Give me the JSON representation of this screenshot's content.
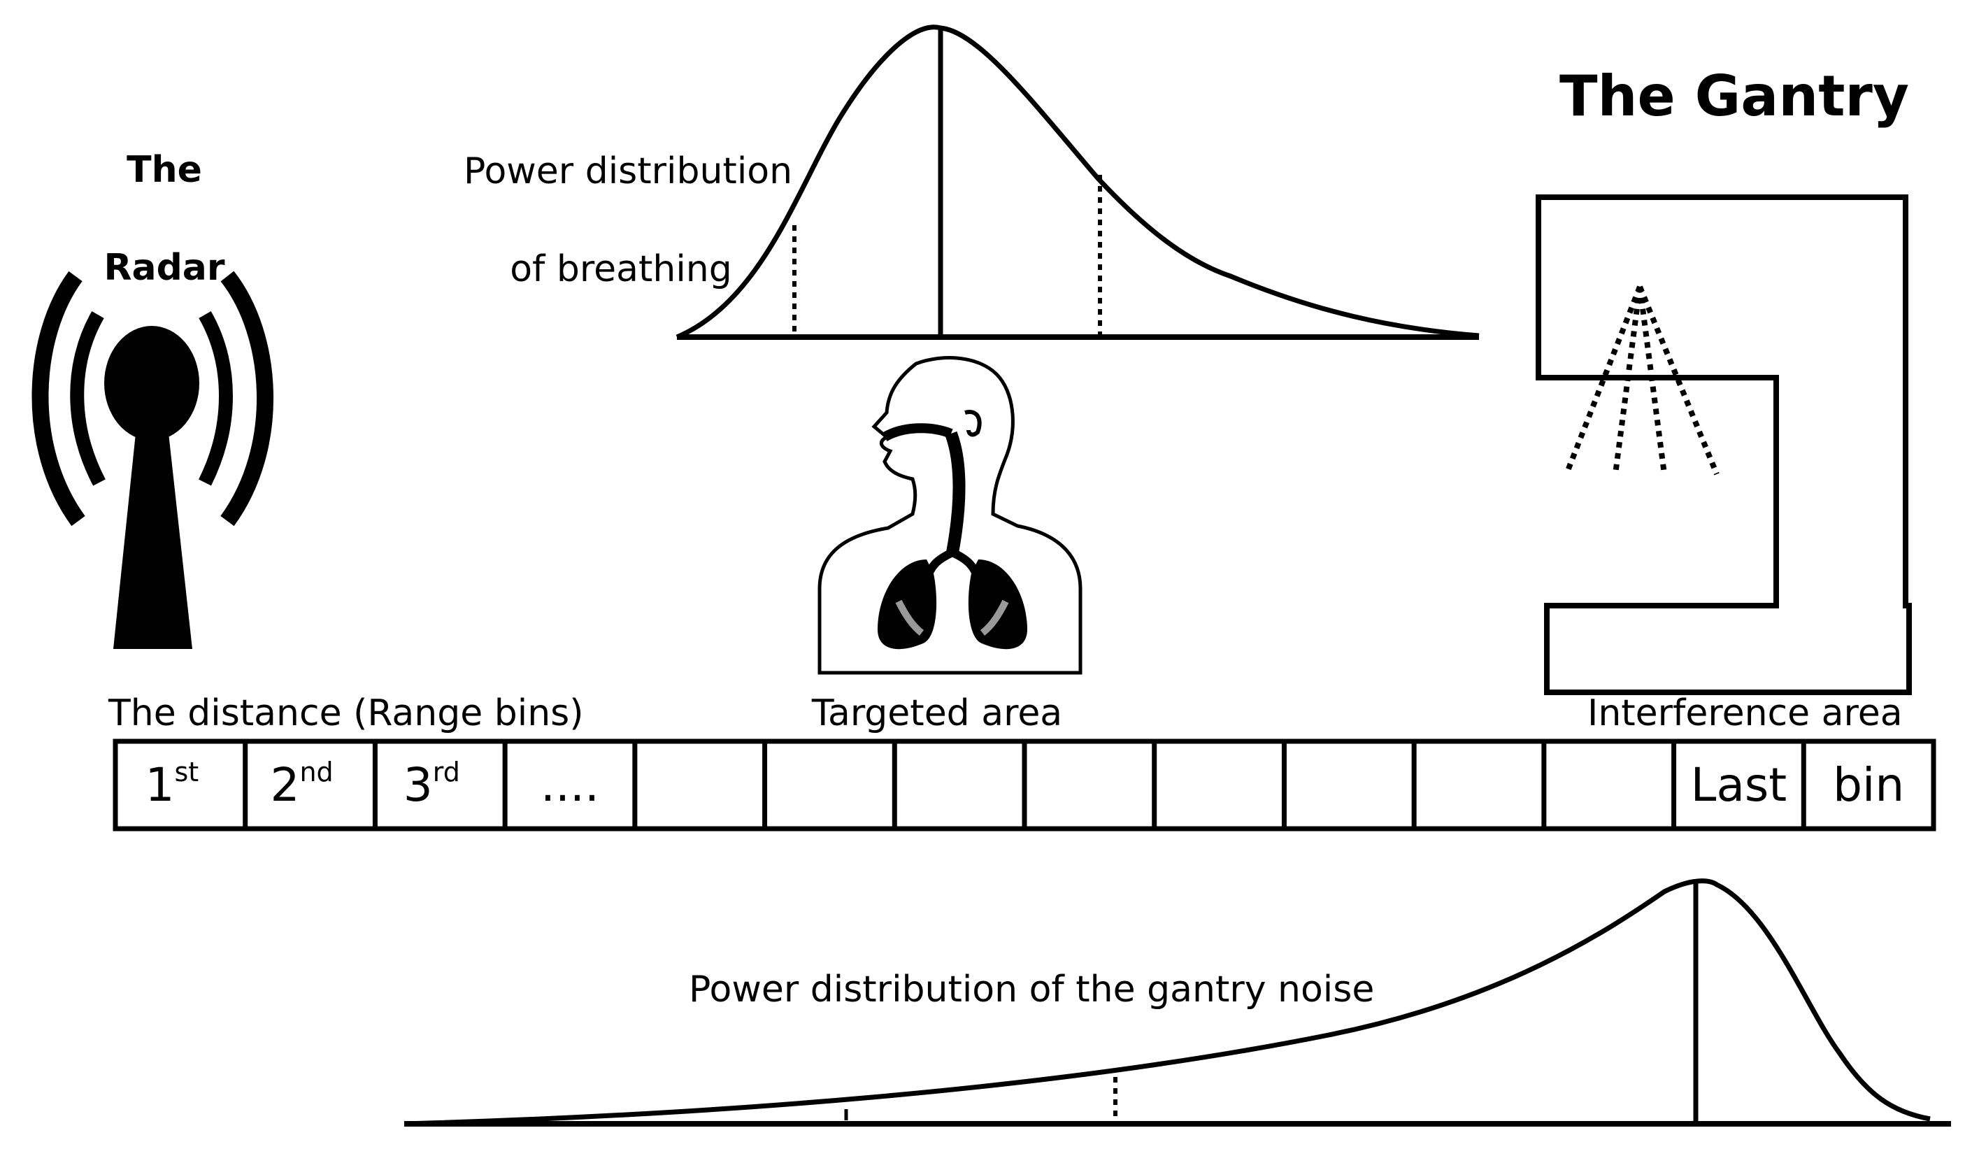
{
  "radar": {
    "label_line1": "The",
    "label_line2": "Radar"
  },
  "breathing": {
    "label_line1": "Power distribution",
    "label_line2": "of breathing"
  },
  "gantry": {
    "title": "The Gantry"
  },
  "regions": {
    "distance": "The distance (Range bins)",
    "targeted": "Targeted area",
    "interference": "Interference area"
  },
  "bins": [
    {
      "main": "1",
      "sup": "st"
    },
    {
      "main": "2",
      "sup": "nd"
    },
    {
      "main": "3",
      "sup": "rd"
    },
    {
      "main": "....",
      "sup": ""
    },
    {
      "main": "",
      "sup": ""
    },
    {
      "main": "",
      "sup": ""
    },
    {
      "main": "",
      "sup": ""
    },
    {
      "main": "",
      "sup": ""
    },
    {
      "main": "",
      "sup": ""
    },
    {
      "main": "",
      "sup": ""
    },
    {
      "main": "",
      "sup": ""
    },
    {
      "main": "",
      "sup": ""
    },
    {
      "main": "Last",
      "sup": ""
    },
    {
      "main": "bin",
      "sup": ""
    }
  ],
  "noise": {
    "label": "Power distribution of the gantry noise"
  },
  "colors": {
    "ink": "#000000",
    "background": "#ffffff"
  },
  "icons": [
    "radar-antenna-icon",
    "human-respiratory-icon",
    "gantry-icon"
  ]
}
